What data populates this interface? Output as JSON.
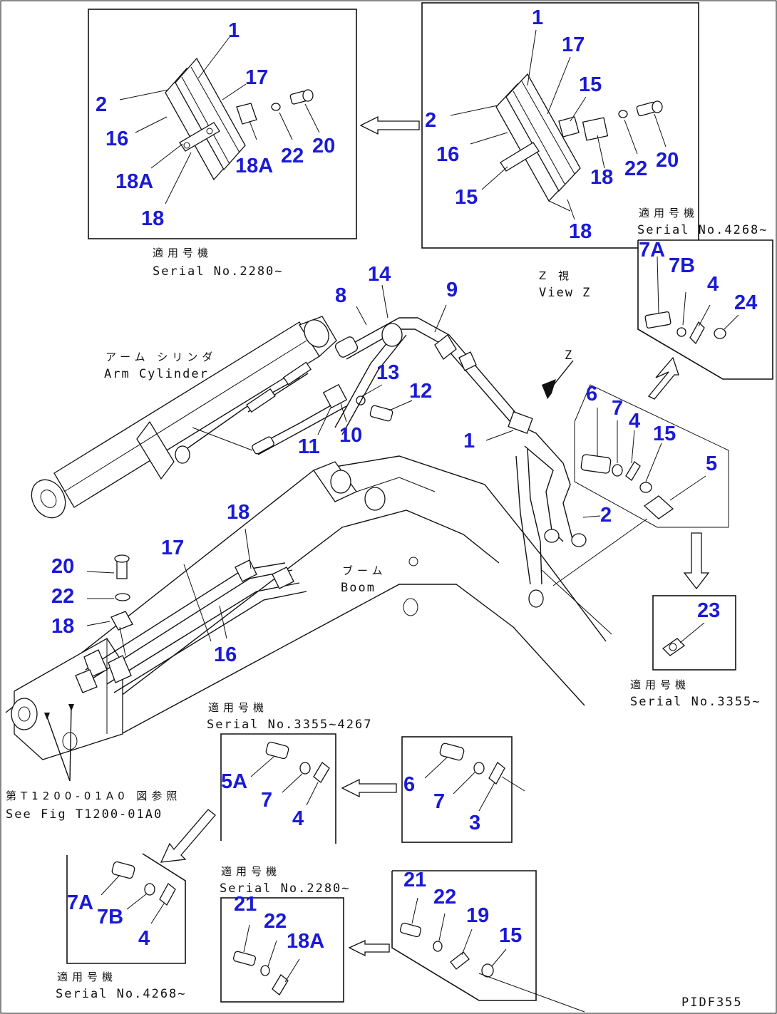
{
  "diagram": {
    "callouts": [
      {
        "id": "c-1a",
        "label": "1"
      },
      {
        "id": "c-2a",
        "label": "2"
      },
      {
        "id": "c-17a",
        "label": "17"
      },
      {
        "id": "c-16a",
        "label": "16"
      },
      {
        "id": "c-18Aa",
        "label": "18A"
      },
      {
        "id": "c-18Ab",
        "label": "18A"
      },
      {
        "id": "c-22a",
        "label": "22"
      },
      {
        "id": "c-20a",
        "label": "20"
      },
      {
        "id": "c-18a",
        "label": "18"
      },
      {
        "id": "c-1b",
        "label": "1"
      },
      {
        "id": "c-17b",
        "label": "17"
      },
      {
        "id": "c-15a",
        "label": "15"
      },
      {
        "id": "c-2b",
        "label": "2"
      },
      {
        "id": "c-16b",
        "label": "16"
      },
      {
        "id": "c-22b",
        "label": "22"
      },
      {
        "id": "c-20b",
        "label": "20"
      },
      {
        "id": "c-18b",
        "label": "18"
      },
      {
        "id": "c-15b",
        "label": "15"
      },
      {
        "id": "c-18c",
        "label": "18"
      },
      {
        "id": "c-7Aa",
        "label": "7A"
      },
      {
        "id": "c-7Ba",
        "label": "7B"
      },
      {
        "id": "c-4a",
        "label": "4"
      },
      {
        "id": "c-24",
        "label": "24"
      },
      {
        "id": "c-8",
        "label": "8"
      },
      {
        "id": "c-14",
        "label": "14"
      },
      {
        "id": "c-9",
        "label": "9"
      },
      {
        "id": "c-13",
        "label": "13"
      },
      {
        "id": "c-12",
        "label": "12"
      },
      {
        "id": "c-10",
        "label": "10"
      },
      {
        "id": "c-11",
        "label": "11"
      },
      {
        "id": "c-6a",
        "label": "6"
      },
      {
        "id": "c-7a",
        "label": "7"
      },
      {
        "id": "c-4b",
        "label": "4"
      },
      {
        "id": "c-15c",
        "label": "15"
      },
      {
        "id": "c-5",
        "label": "5"
      },
      {
        "id": "c-1c",
        "label": "1"
      },
      {
        "id": "c-2c",
        "label": "2"
      },
      {
        "id": "c-18d",
        "label": "18"
      },
      {
        "id": "c-17c",
        "label": "17"
      },
      {
        "id": "c-20c",
        "label": "20"
      },
      {
        "id": "c-22c",
        "label": "22"
      },
      {
        "id": "c-18e",
        "label": "18"
      },
      {
        "id": "c-16c",
        "label": "16"
      },
      {
        "id": "c-23",
        "label": "23"
      },
      {
        "id": "c-5A",
        "label": "5A"
      },
      {
        "id": "c-7b",
        "label": "7"
      },
      {
        "id": "c-4c",
        "label": "4"
      },
      {
        "id": "c-6b",
        "label": "6"
      },
      {
        "id": "c-7c",
        "label": "7"
      },
      {
        "id": "c-3",
        "label": "3"
      },
      {
        "id": "c-7Ab",
        "label": "7A"
      },
      {
        "id": "c-7Bb",
        "label": "7B"
      },
      {
        "id": "c-4d",
        "label": "4"
      },
      {
        "id": "c-21a",
        "label": "21"
      },
      {
        "id": "c-22d",
        "label": "22"
      },
      {
        "id": "c-18Ac",
        "label": "18A"
      },
      {
        "id": "c-21b",
        "label": "21"
      },
      {
        "id": "c-22e",
        "label": "22"
      },
      {
        "id": "c-19",
        "label": "19"
      },
      {
        "id": "c-15d",
        "label": "15"
      }
    ],
    "captions": {
      "serial_2280_top_jp": "適用号機",
      "serial_2280_top": "Serial No.2280~",
      "view_z_jp": "Z 視",
      "view_z": "View Z",
      "serial_4268_jp": "適用号機",
      "serial_4268": "Serial No.4268~",
      "arm_cylinder_jp": "アーム シリンダ",
      "arm_cylinder": "Arm Cylinder",
      "boom_jp": "ブーム",
      "boom": "Boom",
      "serial_3355_jp": "適用号機",
      "serial_3355": "Serial No.3355~",
      "serial_3355_4267_jp": "適用号機",
      "serial_3355_4267": "Serial No.3355~4267",
      "see_fig_jp": "第T1200-01A0 図参照",
      "see_fig": "See Fig T1200-01A0",
      "serial_2280_bottom_jp": "適用号機",
      "serial_2280_bottom": "Serial No.2280~",
      "serial_4268_bottom_jp": "適用号機",
      "serial_4268_bottom": "Serial No.4268~",
      "drawing_code": "PIDF355"
    },
    "view_marker": "Z"
  }
}
